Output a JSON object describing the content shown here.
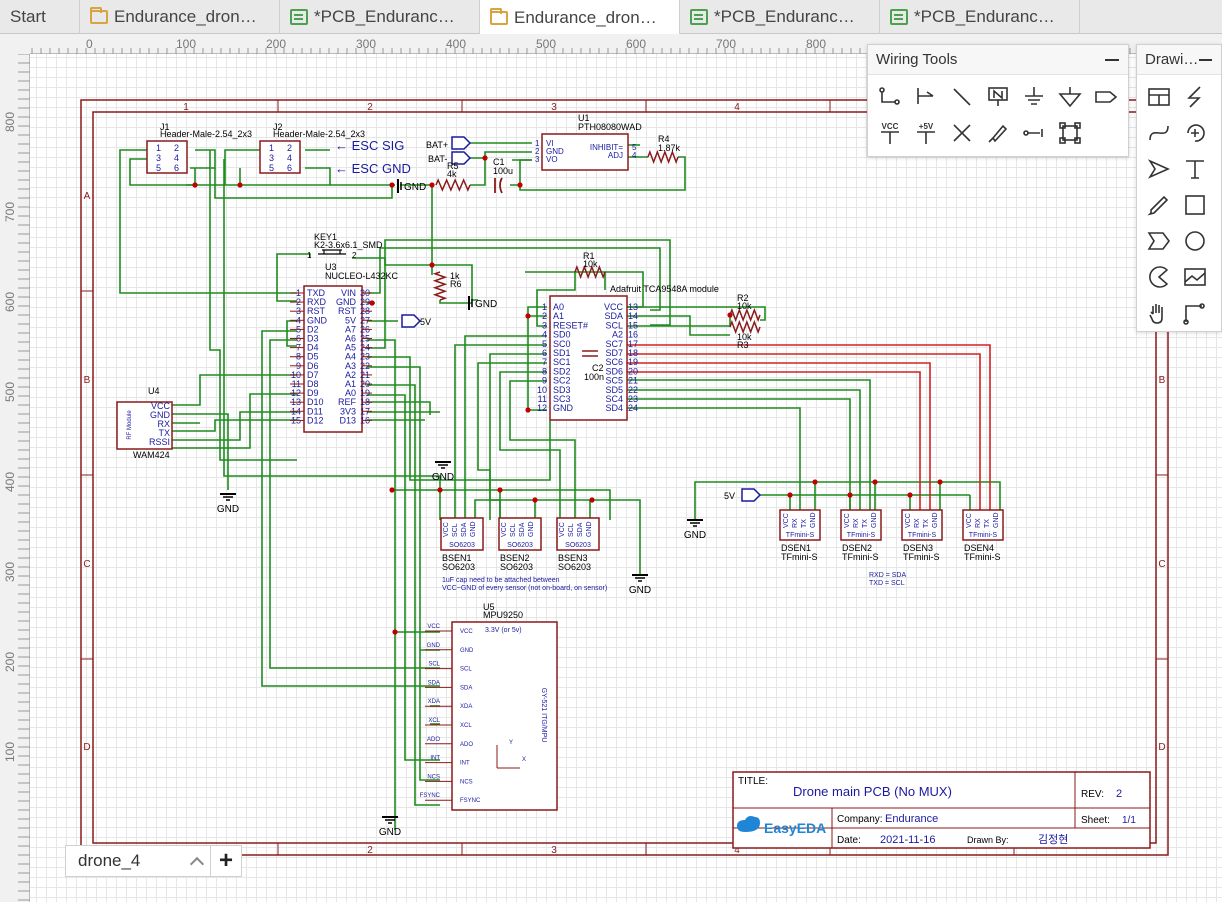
{
  "tabs": [
    {
      "label": "Start",
      "icon": "none"
    },
    {
      "label": "Endurance_dron…",
      "icon": "folder-icon"
    },
    {
      "label": "*PCB_Enduranc…",
      "icon": "pcb-icon"
    },
    {
      "label": "Endurance_dron…",
      "icon": "folder-icon"
    },
    {
      "label": "*PCB_Enduranc…",
      "icon": "pcb-icon"
    },
    {
      "label": "*PCB_Enduranc…",
      "icon": "pcb-icon"
    }
  ],
  "active_tab": 3,
  "ruler": {
    "top_ticks": [
      "0",
      "100",
      "200",
      "300",
      "400",
      "500",
      "600",
      "700",
      "800"
    ],
    "left_ticks": [
      "800",
      "700",
      "600",
      "500",
      "400",
      "300",
      "200",
      "100"
    ]
  },
  "wiring_tools": {
    "title": "Wiring Tools",
    "tools": [
      "wire-icon",
      "bus-icon",
      "bus-entry-icon",
      "net-label-icon",
      "gnd-icon",
      "net-port-icon",
      "net-flag-icon",
      "vcc-icon",
      "plus5v-icon",
      "no-connect-icon",
      "voltage-probe-icon",
      "pin-icon",
      "group-icon"
    ],
    "vcc_label": "VCC",
    "plus5v_label": "+5V"
  },
  "drawing_tools": {
    "title": "Drawi…",
    "tools": [
      "image-block-icon",
      "line-icon",
      "bezier-icon",
      "arc-icon",
      "arrow-icon",
      "text-icon",
      "freehand-icon",
      "rect-icon",
      "polygon-icon",
      "circle-icon",
      "pie-icon",
      "image-icon",
      "pan-icon",
      "select-icon"
    ]
  },
  "sheet": {
    "name": "drone_4",
    "add_label": "+"
  },
  "frame": {
    "columns": [
      "1",
      "2",
      "3",
      "4"
    ],
    "rows": [
      "A",
      "B",
      "C",
      "D"
    ]
  },
  "title_block": {
    "title_label": "TITLE:",
    "title": "Drone main PCB (No MUX)",
    "rev_label": "REV:",
    "rev": "2",
    "company_label": "Company:",
    "company": "Endurance",
    "sheet_label": "Sheet:",
    "sheet": "1/1",
    "date_label": "Date:",
    "date": "2021-11-16",
    "drawn_label": "Drawn By:",
    "drawn_by": "김정현",
    "logo": "EasyEDA"
  },
  "components": {
    "j1": {
      "ref": "J1",
      "value": "Header-Male-2.54_2x3",
      "pins": [
        "1",
        "2",
        "3",
        "4",
        "5",
        "6"
      ]
    },
    "j2": {
      "ref": "J2",
      "value": "Header-Male-2.54_2x3",
      "pins": [
        "1",
        "2",
        "3",
        "4",
        "5",
        "6"
      ]
    },
    "esc_sig": "← ESC SIG",
    "esc_gnd": "← ESC GND",
    "u1": {
      "ref": "U1",
      "value": "PTH08080WAD",
      "pins_left": [
        "VI",
        "GND",
        "VO"
      ],
      "pins_right": [
        "INHIBIT=",
        "ADJ"
      ],
      "nums_left": [
        "1",
        "2",
        "3"
      ],
      "nums_right": [
        "5",
        "4"
      ]
    },
    "bat_plus": "BAT+",
    "bat_minus": "BAT-",
    "r5": {
      "ref": "R5",
      "value": "4k"
    },
    "c1": {
      "ref": "C1",
      "value": "100u"
    },
    "r4": {
      "ref": "R4",
      "value": "1.87k"
    },
    "key1": {
      "ref": "KEY1",
      "value": "K2-3.6x6.1_SMD",
      "pins": [
        "1",
        "2"
      ]
    },
    "u3": {
      "ref": "U3",
      "value": "NUCLEO-L432KC",
      "left": [
        "TXD",
        "RXD",
        "RST",
        "GND",
        "D2",
        "D3",
        "D4",
        "D5",
        "D6",
        "D7",
        "D8",
        "D9",
        "D10",
        "D11",
        "D12"
      ],
      "right": [
        "VIN",
        "GND",
        "RST",
        "5V",
        "A7",
        "A6",
        "A5",
        "A4",
        "A3",
        "A2",
        "A1",
        "A0",
        "REF",
        "3V3",
        "D13"
      ],
      "left_nums": [
        "1",
        "2",
        "3",
        "4",
        "5",
        "6",
        "7",
        "8",
        "9",
        "10",
        "11",
        "12",
        "13",
        "14",
        "15"
      ],
      "right_nums": [
        "30",
        "29",
        "28",
        "27",
        "26",
        "25",
        "24",
        "23",
        "22",
        "21",
        "20",
        "19",
        "18",
        "17",
        "16"
      ]
    },
    "r6": {
      "ref": "R6",
      "value": "1k"
    },
    "u4": {
      "ref": "U4",
      "value": "WAM424",
      "pins": [
        "VCC",
        "GND",
        "RX",
        "TX",
        "RSSI"
      ],
      "body": "RF Module"
    },
    "r1": {
      "ref": "R1",
      "value": "10k"
    },
    "mux": {
      "value": "Adafruit TCA9548A module",
      "left": [
        "A0",
        "A1",
        "RESET#",
        "SD0",
        "SC0",
        "SD1",
        "SC1",
        "SD2",
        "SC2",
        "SD3",
        "SC3",
        "GND"
      ],
      "right": [
        "VCC",
        "SDA",
        "SCL",
        "A2",
        "SC7",
        "SD7",
        "SC6",
        "SD6",
        "SC5",
        "SD5",
        "SC4",
        "SD4"
      ],
      "left_nums": [
        "1",
        "2",
        "3",
        "4",
        "5",
        "6",
        "7",
        "8",
        "9",
        "10",
        "11",
        "12"
      ],
      "right_nums": [
        "13",
        "14",
        "15",
        "16",
        "17",
        "18",
        "19",
        "20",
        "21",
        "22",
        "23",
        "24"
      ]
    },
    "c2": {
      "ref": "C2",
      "value": "100n"
    },
    "r2": {
      "ref": "R2",
      "value": "10k"
    },
    "r3": {
      "ref": "R3",
      "value": "10k"
    },
    "five_v": "5V",
    "gnd": "GND",
    "bsen": [
      {
        "ref": "BSEN1",
        "value": "SO6203"
      },
      {
        "ref": "BSEN2",
        "value": "SO6203"
      },
      {
        "ref": "BSEN3",
        "value": "SO6203"
      }
    ],
    "bsen_pins": [
      "VCC",
      "SCL",
      "SDA",
      "GND"
    ],
    "note": [
      "1uF cap need to be attached between",
      "VCC~GND of every sensor (not on-board, on sensor)"
    ],
    "dsen": [
      {
        "ref": "DSEN1",
        "value": "TFmini-S"
      },
      {
        "ref": "DSEN2",
        "value": "TFmini-S"
      },
      {
        "ref": "DSEN3",
        "value": "TFmini-S"
      },
      {
        "ref": "DSEN4",
        "value": "TFmini-S"
      }
    ],
    "dsen_pins": [
      "VCC",
      "RX",
      "TX",
      "GND"
    ],
    "dsen_body": "TFmini-S",
    "uart_note": [
      "RXD = SDA",
      "TXD = SCL"
    ],
    "u5": {
      "ref": "U5",
      "value": "MPU9250",
      "note": "3.3V (or 5v)",
      "side": "GY-521 ITG/MPU",
      "outer": [
        "VCC",
        "GND",
        "SCL",
        "SDA",
        "XDA",
        "XCL",
        "ADO",
        "INT",
        "NCS",
        "FSYNC"
      ],
      "inner": [
        "VCC",
        "GND",
        "SCL",
        "SDA",
        "XDA",
        "XCL",
        "ADO",
        "INT",
        "NCS",
        "FSYNC"
      ],
      "axis_x": "X",
      "axis_y": "Y"
    }
  },
  "colors": {
    "frame": "#8b1a1a",
    "wire": "#1e8c1e",
    "wire_red": "#d42020",
    "component": "#8b1a1a",
    "text": "#1a1aa0",
    "junction": "#c00000",
    "port": "#1a1aa0"
  }
}
